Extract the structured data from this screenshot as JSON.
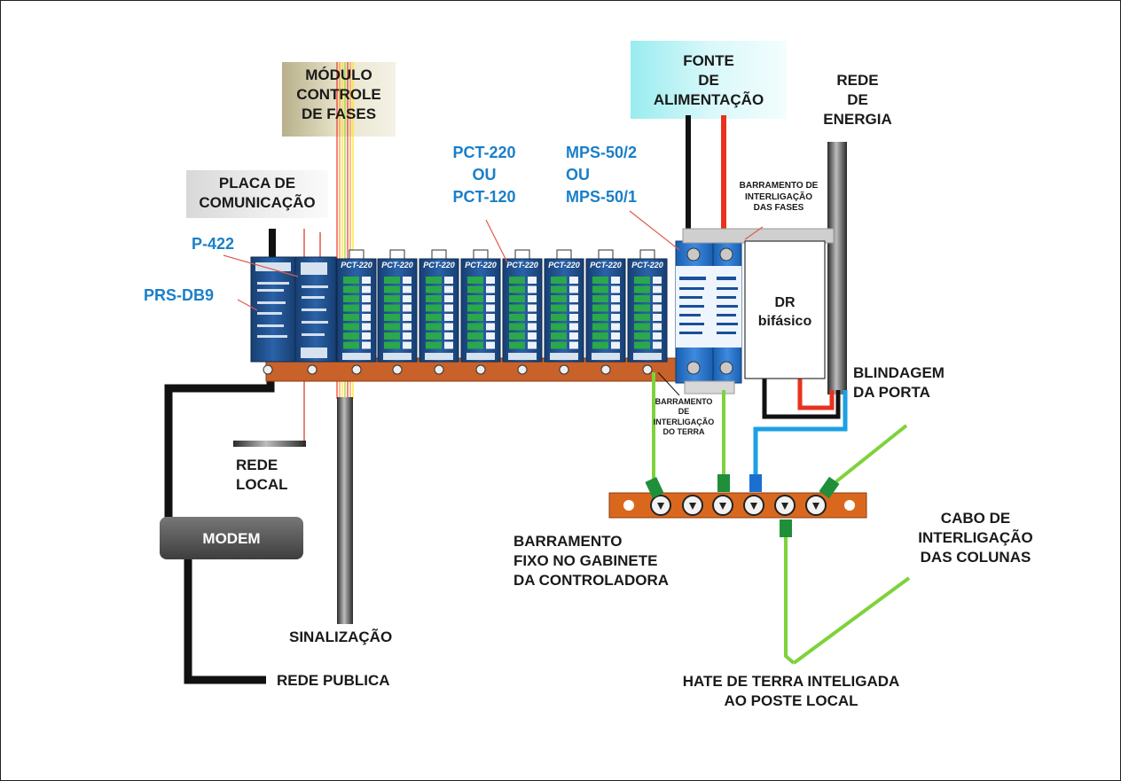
{
  "labels": {
    "modulo_controle": [
      "MÓDULO",
      "CONTROLE",
      "DE FASES"
    ],
    "fonte_alimentacao": [
      "FONTE",
      "DE",
      "ALIMENTAÇÃO"
    ],
    "rede_energia": [
      "REDE",
      "DE",
      "ENERGIA"
    ],
    "placa_comunicacao": [
      "PLACA DE",
      "COMUNICAÇÃO"
    ],
    "p422": "P-422",
    "prs_db9": "PRS-DB9",
    "pct": [
      "PCT-220",
      "OU",
      "PCT-120"
    ],
    "mps": [
      "MPS-50/2",
      "OU",
      "MPS-50/1"
    ],
    "barramento_fases": [
      "BARRAMENTO DE",
      "INTERLIGAÇÃO",
      "DAS FASES"
    ],
    "dr": [
      "DR",
      "bifásico"
    ],
    "blindagem": [
      "BLINDAGEM",
      "DA PORTA"
    ],
    "barramento_terra": [
      "BARRAMENTO",
      "DE",
      "INTERLIGAÇÃO",
      "DO TERRA"
    ],
    "rede_local": [
      "REDE",
      "LOCAL"
    ],
    "modem": "MODEM",
    "barramento_fixo": [
      "BARRAMENTO",
      "FIXO NO GABINETE",
      "DA CONTROLADORA"
    ],
    "cabo_interligacao": [
      "CABO DE",
      "INTERLIGAÇÃO",
      "DAS COLUNAS"
    ],
    "sinalizacao": "SINALIZAÇÃO",
    "rede_publica": "REDE PUBLICA",
    "hate_terra": [
      "HATE DE TERRA INTELIGADA",
      "AO POSTE LOCAL"
    ]
  },
  "module_label": "PCT-220",
  "colors": {
    "module_blue": "#1c4f8c",
    "terminal_green": "#2aa84a",
    "copper_bar": "#c8622a",
    "ground_wire": "#7ed23a",
    "power_red": "#e8321e",
    "accent_blue": "#1a7fc8",
    "modem_gray": "#555555",
    "tan_box": "#cfcaa8",
    "cyan_box": "#c8f4f6"
  }
}
